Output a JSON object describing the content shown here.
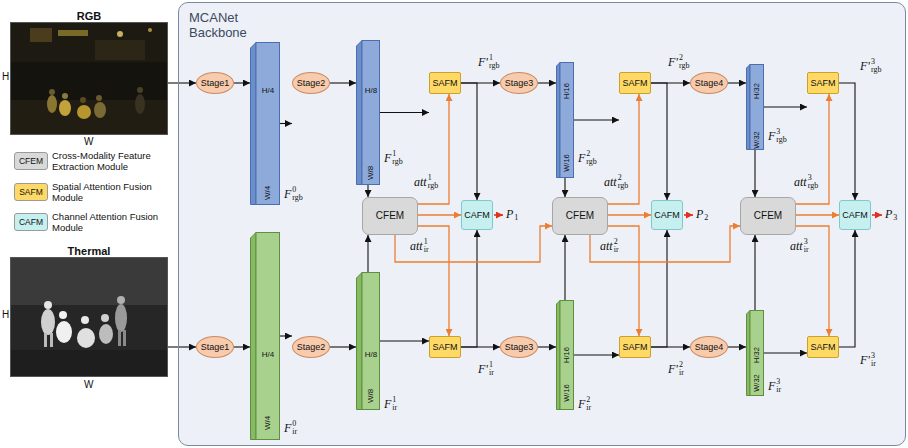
{
  "diagram": {
    "nodes": [
      {
        "text": [
          "RGB"
        ]
      },
      {
        "text": [
          "Thermal"
        ]
      },
      {
        "text": [
          "MCANet Backbone"
        ]
      },
      {
        "text": [
          "Stage1"
        ],
        "in": 2
      },
      {
        "text": [
          "H/4",
          "W/4"
        ],
        "in": 2
      },
      {
        "text": [
          "Stage2"
        ],
        "in": 2
      },
      {
        "text": [
          "H/8",
          "W/8"
        ],
        "in": 2
      },
      {
        "text": [
          "SAFM"
        ],
        "in": 2
      },
      {
        "text": [
          "Stage3"
        ],
        "in": 2
      },
      {
        "text": [
          "H/16",
          "W/16"
        ],
        "in": 2
      },
      {
        "text": [
          "SAFM"
        ],
        "in": 2
      },
      {
        "text": [
          "Stage4"
        ],
        "in": 2
      },
      {
        "text": [
          "H/32",
          "W/32"
        ],
        "in": 2
      },
      {
        "text": [
          "SAFM"
        ],
        "in": 2
      },
      {
        "text": [
          "CFEM"
        ],
        "in": 2
      },
      {
        "text": [
          "CAFM"
        ],
        "in": 2
      },
      {
        "text": [
          "CFEM"
        ],
        "in": 2
      },
      {
        "text": [
          "CAFM"
        ],
        "in": 2
      },
      {
        "text": [
          "CFEM"
        ],
        "in": 2
      },
      {
        "text": [
          "CAFM"
        ],
        "in": 2
      },
      {
        "text": [
          "Stage1"
        ],
        "in": 2
      },
      {
        "text": [
          "H/4",
          "W/4"
        ],
        "in": 2
      },
      {
        "text": [
          "Stage2"
        ],
        "in": 2
      },
      {
        "text": [
          "H/8",
          "W/8"
        ],
        "in": 2
      },
      {
        "text": [
          "SAFM"
        ],
        "in": 2
      },
      {
        "text": [
          "Stage3"
        ],
        "in": 2
      },
      {
        "text": [
          "H/16",
          "W/16"
        ],
        "in": 2
      },
      {
        "text": [
          "SAFM"
        ],
        "in": 2
      },
      {
        "text": [
          "Stage4"
        ],
        "in": 2
      },
      {
        "text": [
          "H/32",
          "W/32"
        ],
        "in": 2
      },
      {
        "text": [
          "SAFM"
        ],
        "in": 2
      }
    ],
    "edges": [
      {
        "from": 0,
        "to": 3,
        "arrow": "to"
      },
      {
        "from": 3,
        "to": 4,
        "arrow": "to"
      },
      {
        "from": 4,
        "to": 5,
        "arrow": "to"
      },
      {
        "from": 5,
        "to": 6,
        "arrow": "to"
      },
      {
        "from": 6,
        "to": 7,
        "arrow": "to"
      },
      {
        "from": 7,
        "to": 8,
        "arrow": "to",
        "label": "F'1rgb"
      },
      {
        "from": 8,
        "to": 9,
        "arrow": "to"
      },
      {
        "from": 9,
        "to": 10,
        "arrow": "to"
      },
      {
        "from": 10,
        "to": 11,
        "arrow": "to",
        "label": "F'2rgb"
      },
      {
        "from": 11,
        "to": 12,
        "arrow": "to"
      },
      {
        "from": 12,
        "to": 13,
        "arrow": "to"
      },
      {
        "from": 1,
        "to": 20,
        "arrow": "to"
      },
      {
        "from": 20,
        "to": 21,
        "arrow": "to"
      },
      {
        "from": 21,
        "to": 22,
        "arrow": "to"
      },
      {
        "from": 22,
        "to": 23,
        "arrow": "to"
      },
      {
        "from": 23,
        "to": 24,
        "arrow": "to"
      },
      {
        "from": 24,
        "to": 25,
        "arrow": "to",
        "label": "F'1ir"
      },
      {
        "from": 25,
        "to": 26,
        "arrow": "to"
      },
      {
        "from": 26,
        "to": 27,
        "arrow": "to"
      },
      {
        "from": 27,
        "to": 28,
        "arrow": "to",
        "label": "F'2ir"
      },
      {
        "from": 28,
        "to": 29,
        "arrow": "to"
      },
      {
        "from": 29,
        "to": 30,
        "arrow": "to"
      },
      {
        "from": 6,
        "to": 14,
        "arrow": "to"
      },
      {
        "from": 23,
        "to": 14,
        "arrow": "to"
      },
      {
        "from": 14,
        "to": 7,
        "arrow": "to",
        "label": "att1rgb"
      },
      {
        "from": 14,
        "to": 24,
        "arrow": "to",
        "label": "att1ir"
      },
      {
        "from": 14,
        "to": 15,
        "arrow": "to"
      },
      {
        "from": 7,
        "to": 15,
        "arrow": "to"
      },
      {
        "from": 24,
        "to": 15,
        "arrow": "to"
      },
      {
        "from": 14,
        "to": 16,
        "arrow": "to"
      },
      {
        "from": 9,
        "to": 16,
        "arrow": "to"
      },
      {
        "from": 26,
        "to": 16,
        "arrow": "to"
      },
      {
        "from": 16,
        "to": 10,
        "arrow": "to",
        "label": "att2rgb"
      },
      {
        "from": 16,
        "to": 27,
        "arrow": "to",
        "label": "att2ir"
      },
      {
        "from": 16,
        "to": 17,
        "arrow": "to"
      },
      {
        "from": 10,
        "to": 17,
        "arrow": "to"
      },
      {
        "from": 27,
        "to": 17,
        "arrow": "to"
      },
      {
        "from": 16,
        "to": 18,
        "arrow": "to"
      },
      {
        "from": 12,
        "to": 18,
        "arrow": "to"
      },
      {
        "from": 29,
        "to": 18,
        "arrow": "to"
      },
      {
        "from": 18,
        "to": 13,
        "arrow": "to",
        "label": "att3rgb"
      },
      {
        "from": 18,
        "to": 30,
        "arrow": "to",
        "label": "att3ir"
      },
      {
        "from": 18,
        "to": 19,
        "arrow": "to"
      },
      {
        "from": 13,
        "to": 19,
        "arrow": "to",
        "label": "F'3rgb"
      },
      {
        "from": 30,
        "to": 19,
        "arrow": "to",
        "label": "F'3ir"
      }
    ],
    "labels": [
      "H",
      "W",
      "CFEM",
      "SAFM",
      "CAFM",
      "H",
      "W",
      "F0rgb",
      "F1rgb",
      "F2rgb",
      "F3rgb",
      "P1",
      "P2",
      "P3",
      "F0ir",
      "F1ir",
      "F2ir",
      "F3ir"
    ],
    "legend": [
      {
        "text": "Cross-Modality Feature Extraction Module",
        "color": "#d9d9d9"
      },
      {
        "text": "Spatial Attention Fusion Module",
        "color": "#ffd966"
      },
      {
        "text": "Channel Attention Fusion Module",
        "color": "#c6efef"
      }
    ]
  }
}
